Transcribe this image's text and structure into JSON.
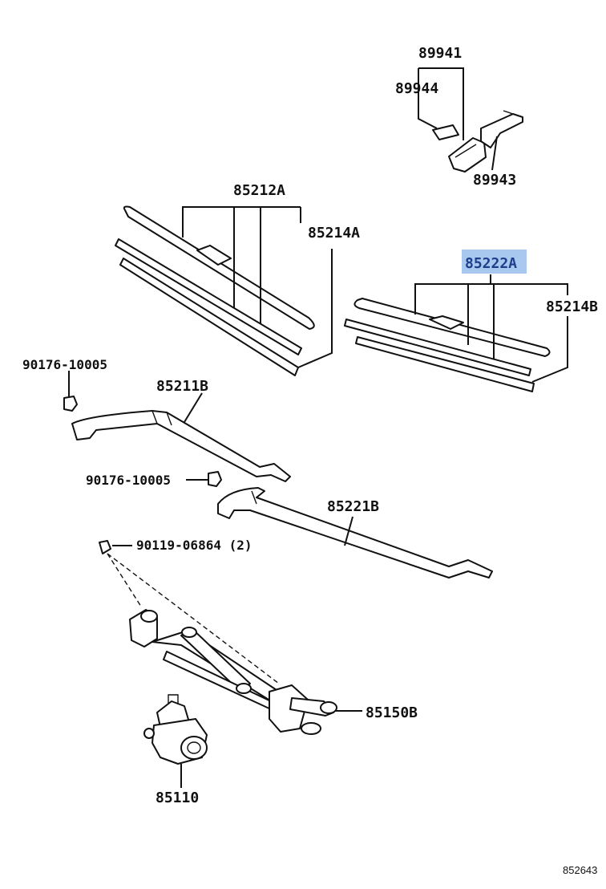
{
  "diagram": {
    "highlighted_part": "85222A",
    "highlight_color": "#a9c8f0",
    "labels": {
      "p89941": "89941",
      "p89944": "89944",
      "p89943": "89943",
      "p85212A": "85212A",
      "p85214A": "85214A",
      "p85222A": "85222A",
      "p85214B": "85214B",
      "p90176a": "90176-10005",
      "p85211B": "85211B",
      "p90176b": "90176-10005",
      "p85221B": "85221B",
      "p90119": "90119-06864 (2)",
      "p85150B": "85150B",
      "p85110": "85110"
    },
    "reference_code": "852643"
  }
}
